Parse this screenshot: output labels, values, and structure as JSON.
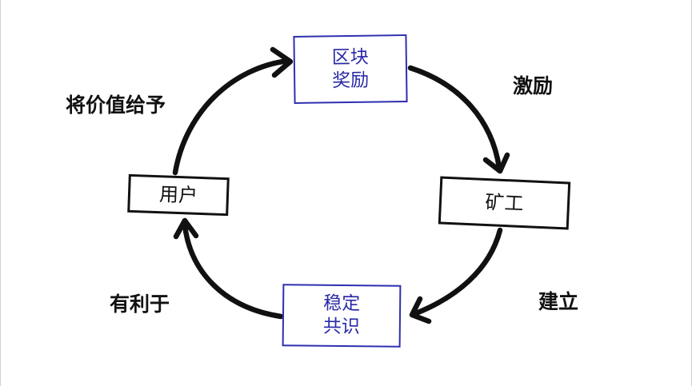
{
  "nodes": {
    "block_reward": [
      "区块",
      "奖励"
    ],
    "miner": [
      "矿工"
    ],
    "consensus": [
      "稳定",
      "共识"
    ],
    "user": [
      "用户"
    ]
  },
  "edges": {
    "reward_to_miner": "激励",
    "miner_to_consensus": "建立",
    "consensus_to_user": "有利于",
    "user_to_reward": "将价值给予"
  },
  "colors": {
    "blue_node_border": "#2f2fb0",
    "blue_node_text": "#2a2aa8",
    "black": "#111111"
  }
}
